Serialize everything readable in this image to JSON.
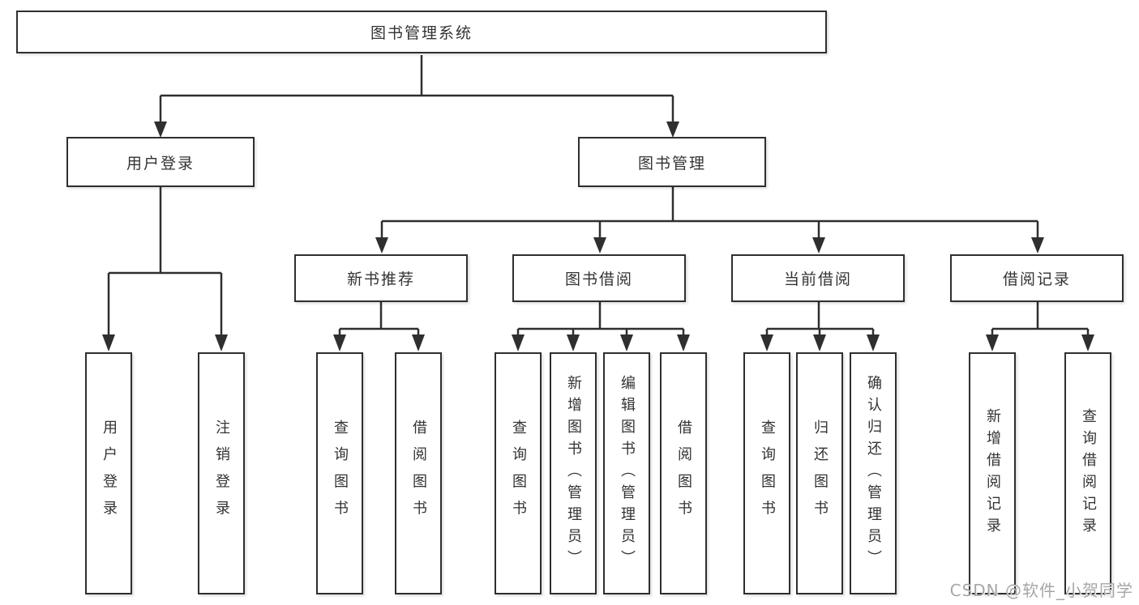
{
  "diagram_type": "functional-structure-tree",
  "colors": {
    "line": "#2f2f2f",
    "box_border": "#2f2f2f",
    "text": "#333333",
    "background": "#ffffff",
    "watermark": "#a6a6a6"
  },
  "watermark": {
    "text": "CSDN @软件_小贺同学"
  },
  "tree": {
    "root": {
      "label": "图书管理系统",
      "children": [
        {
          "label": "用户登录",
          "children": [
            {
              "label": "用户登录"
            },
            {
              "label": "注销登录"
            }
          ]
        },
        {
          "label": "图书管理",
          "children": [
            {
              "label": "新书推荐",
              "children": [
                {
                  "label": "查询图书"
                },
                {
                  "label": "借阅图书"
                }
              ]
            },
            {
              "label": "图书借阅",
              "children": [
                {
                  "label": "查询图书"
                },
                {
                  "label": "新增图书（管理员）"
                },
                {
                  "label": "编辑图书（管理员）"
                },
                {
                  "label": "借阅图书"
                }
              ]
            },
            {
              "label": "当前借阅",
              "children": [
                {
                  "label": "查询图书"
                },
                {
                  "label": "归还图书"
                },
                {
                  "label": "确认归还（管理员）"
                }
              ]
            },
            {
              "label": "借阅记录",
              "children": [
                {
                  "label": "新增借阅记录"
                },
                {
                  "label": "查询借阅记录"
                }
              ]
            }
          ]
        }
      ]
    }
  }
}
